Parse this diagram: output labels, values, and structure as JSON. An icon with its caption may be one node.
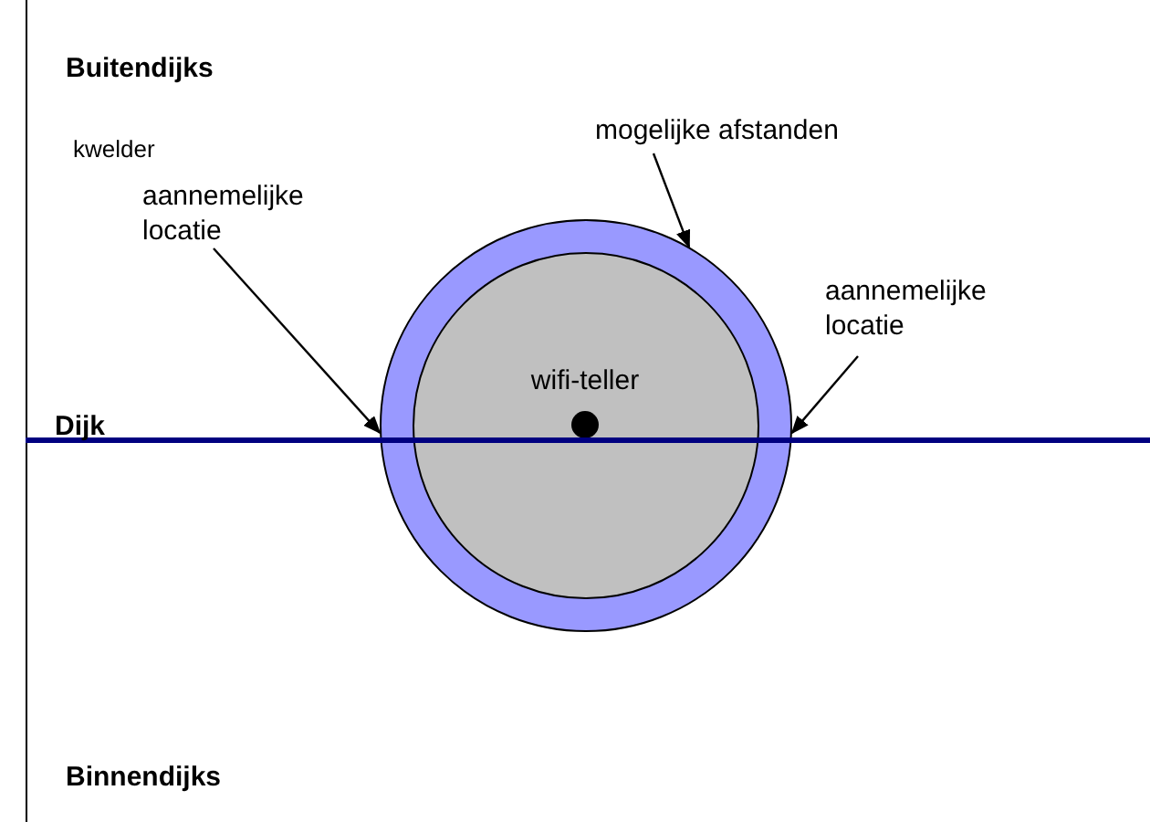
{
  "diagram": {
    "nodes": [
      {
        "text": [],
        "shape": "circle"
      },
      {
        "text": [
          "wifi-teller"
        ],
        "in": 0
      },
      {
        "text": [
          "mogelijke afstanden"
        ]
      },
      {
        "text": [
          "aannemelijke locatie"
        ]
      },
      {
        "text": [
          "aannemelijke locatie"
        ]
      }
    ],
    "edges": [
      {
        "from": 2,
        "to": 0,
        "arrow": "to"
      },
      {
        "from": 3,
        "to": 0,
        "arrow": "to"
      },
      {
        "from": 4,
        "to": 0,
        "arrow": "to"
      }
    ],
    "labels": [
      "Buitendijks",
      "kwelder",
      "Dijk",
      "Binnendijks"
    ]
  }
}
